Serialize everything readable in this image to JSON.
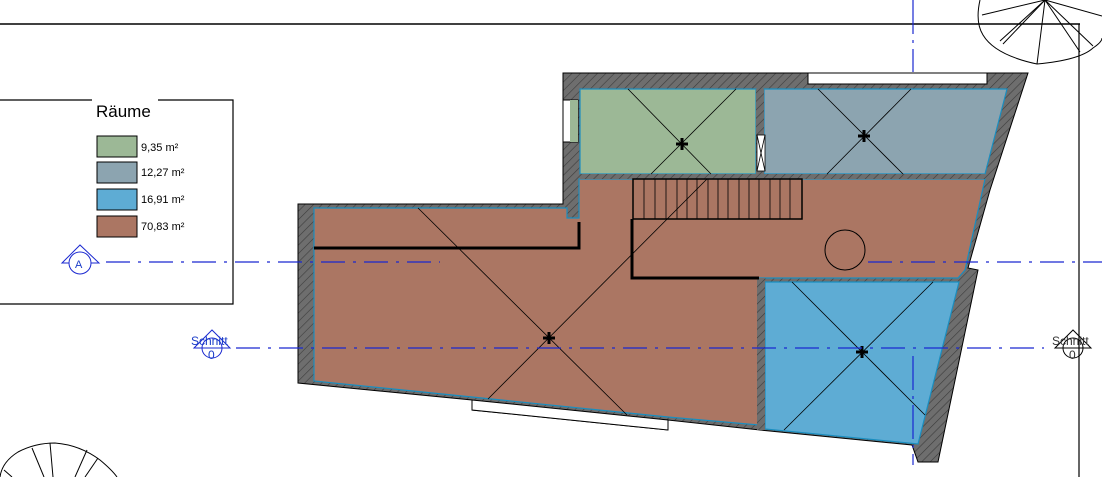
{
  "legend": {
    "title": "Räume",
    "items": [
      {
        "label": "9,35 m²",
        "color": "#9cb896"
      },
      {
        "label": "12,27 m²",
        "color": "#8ca4b0"
      },
      {
        "label": "16,91 m²",
        "color": "#5eacd4"
      },
      {
        "label": "70,83 m²",
        "color": "#ab7663"
      }
    ]
  },
  "grid_marker": {
    "label": "A"
  },
  "section_markers": {
    "left": {
      "title": "Schnitt",
      "number": "0"
    },
    "right": {
      "title": "Schnitt",
      "number": "0"
    }
  },
  "colors": {
    "wall_fill": "#6e6e6e",
    "room_outline": "#1a8ec0",
    "axis_line": "#1a28d0"
  }
}
